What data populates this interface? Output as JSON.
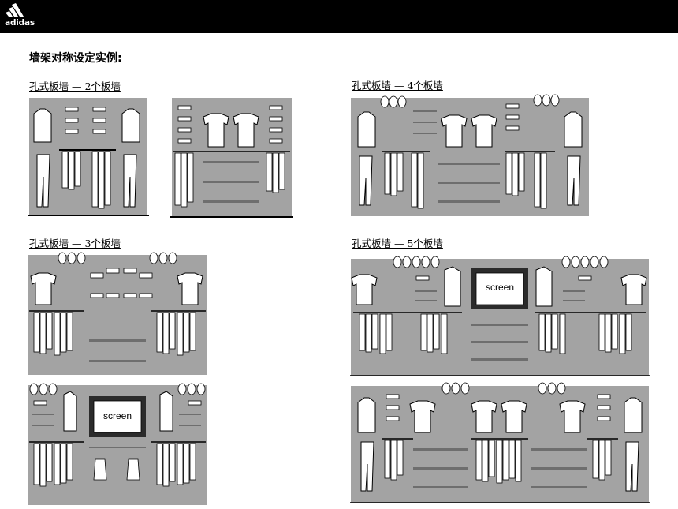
{
  "brand": {
    "name": "adidas"
  },
  "page": {
    "title": "墙架对称设定实例:"
  },
  "sections": [
    {
      "label": "孔式板墙 — 2个板墙"
    },
    {
      "label": "孔式板墙 — 4个板墙"
    },
    {
      "label": "孔式板墙 — 3个板墙"
    },
    {
      "label": "孔式板墙 — 5个板墙"
    }
  ],
  "screen_text": "screen",
  "colors": {
    "wall": "#a3a3a3",
    "bar": "#000000",
    "shelf": "#6e6e6e"
  }
}
